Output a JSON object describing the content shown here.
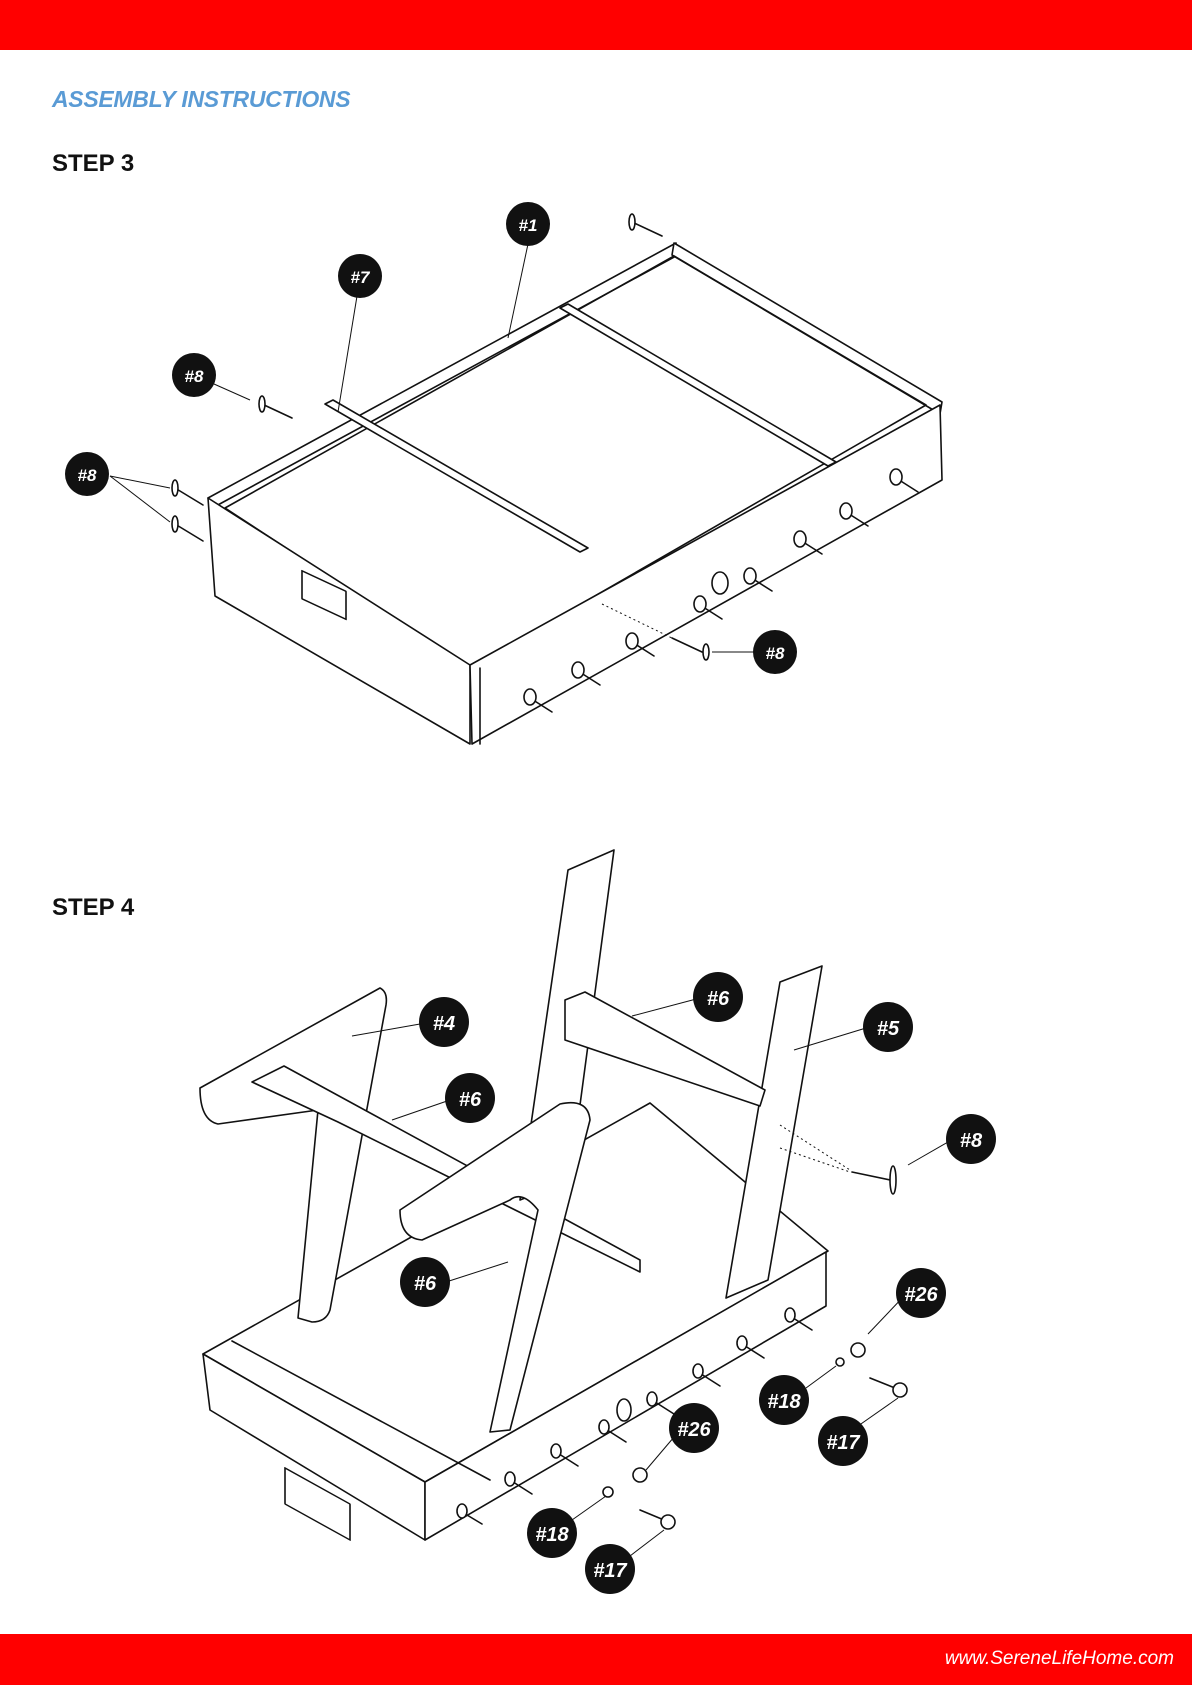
{
  "header": {
    "bar_color": "#ff0000"
  },
  "heading": {
    "text": "ASSEMBLY INSTRUCTIONS",
    "color": "#5a9bd5"
  },
  "steps": [
    {
      "title": "STEP 3",
      "callouts": [
        "#1",
        "#7",
        "#8",
        "#8",
        "#8"
      ]
    },
    {
      "title": "STEP 4",
      "callouts": [
        "#4",
        "#6",
        "#6",
        "#6",
        "#5",
        "#8",
        "#26",
        "#18",
        "#17",
        "#26",
        "#18",
        "#17"
      ]
    }
  ],
  "footer": {
    "url": "www.SereneLifeHome.com",
    "bar_color": "#ff0000"
  }
}
